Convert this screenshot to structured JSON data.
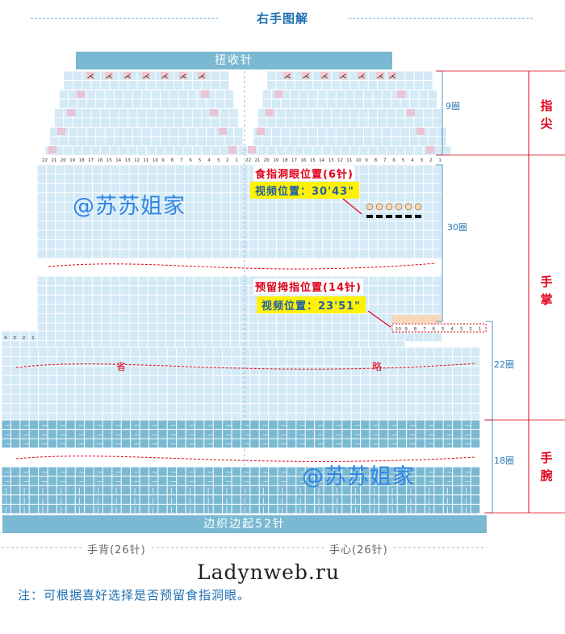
{
  "title": "右手图解",
  "top_bar": "扭收针",
  "bottom_bar": "边织边起52针",
  "rounds": {
    "tip": "9圈",
    "palm": "30圈",
    "mid": "22圈",
    "wrist": "18圈"
  },
  "zones": {
    "tip": "指尖",
    "palm": "手掌",
    "wrist": "手腕"
  },
  "notes": {
    "index_hole": "食指洞眼位置(6针)",
    "video_1": "视频位置：30'43\"",
    "thumb": "预留拇指位置(14针)",
    "video_2": "视频位置：23'51\""
  },
  "omitted": {
    "left": "省",
    "right": "略"
  },
  "watermark": "@苏苏姐家",
  "back_label": "手背(26针)",
  "palm_label": "手心(26针)",
  "site": "Ladynweb.ru",
  "footnote": "注：可根据喜好选择是否预留食指洞眼。",
  "stitch_numbers_left": [
    "22",
    "21",
    "20",
    "19",
    "18",
    "17",
    "16",
    "15",
    "14",
    "13",
    "12",
    "11",
    "10",
    "9",
    "8",
    "7",
    "6",
    "5",
    "4",
    "3",
    "2",
    "1"
  ],
  "stitch_numbers_right": [
    "22",
    "21",
    "20",
    "19",
    "18",
    "17",
    "16",
    "15",
    "14",
    "13",
    "12",
    "11",
    "10",
    "9",
    "8",
    "7",
    "6",
    "5",
    "4",
    "3",
    "2",
    "1"
  ],
  "thumb_numbers": [
    "10",
    "9",
    "8",
    "7",
    "6",
    "5",
    "4",
    "3",
    "2",
    "1"
  ],
  "side_numbers": [
    "4",
    "3",
    "2",
    "1"
  ],
  "colors": {
    "grid": "#d4eaf6",
    "grid_line": "#8fc4e0",
    "rib": "#7bb9d3",
    "accent_red": "#e0001a",
    "accent_blue": "#1f6fb2"
  }
}
